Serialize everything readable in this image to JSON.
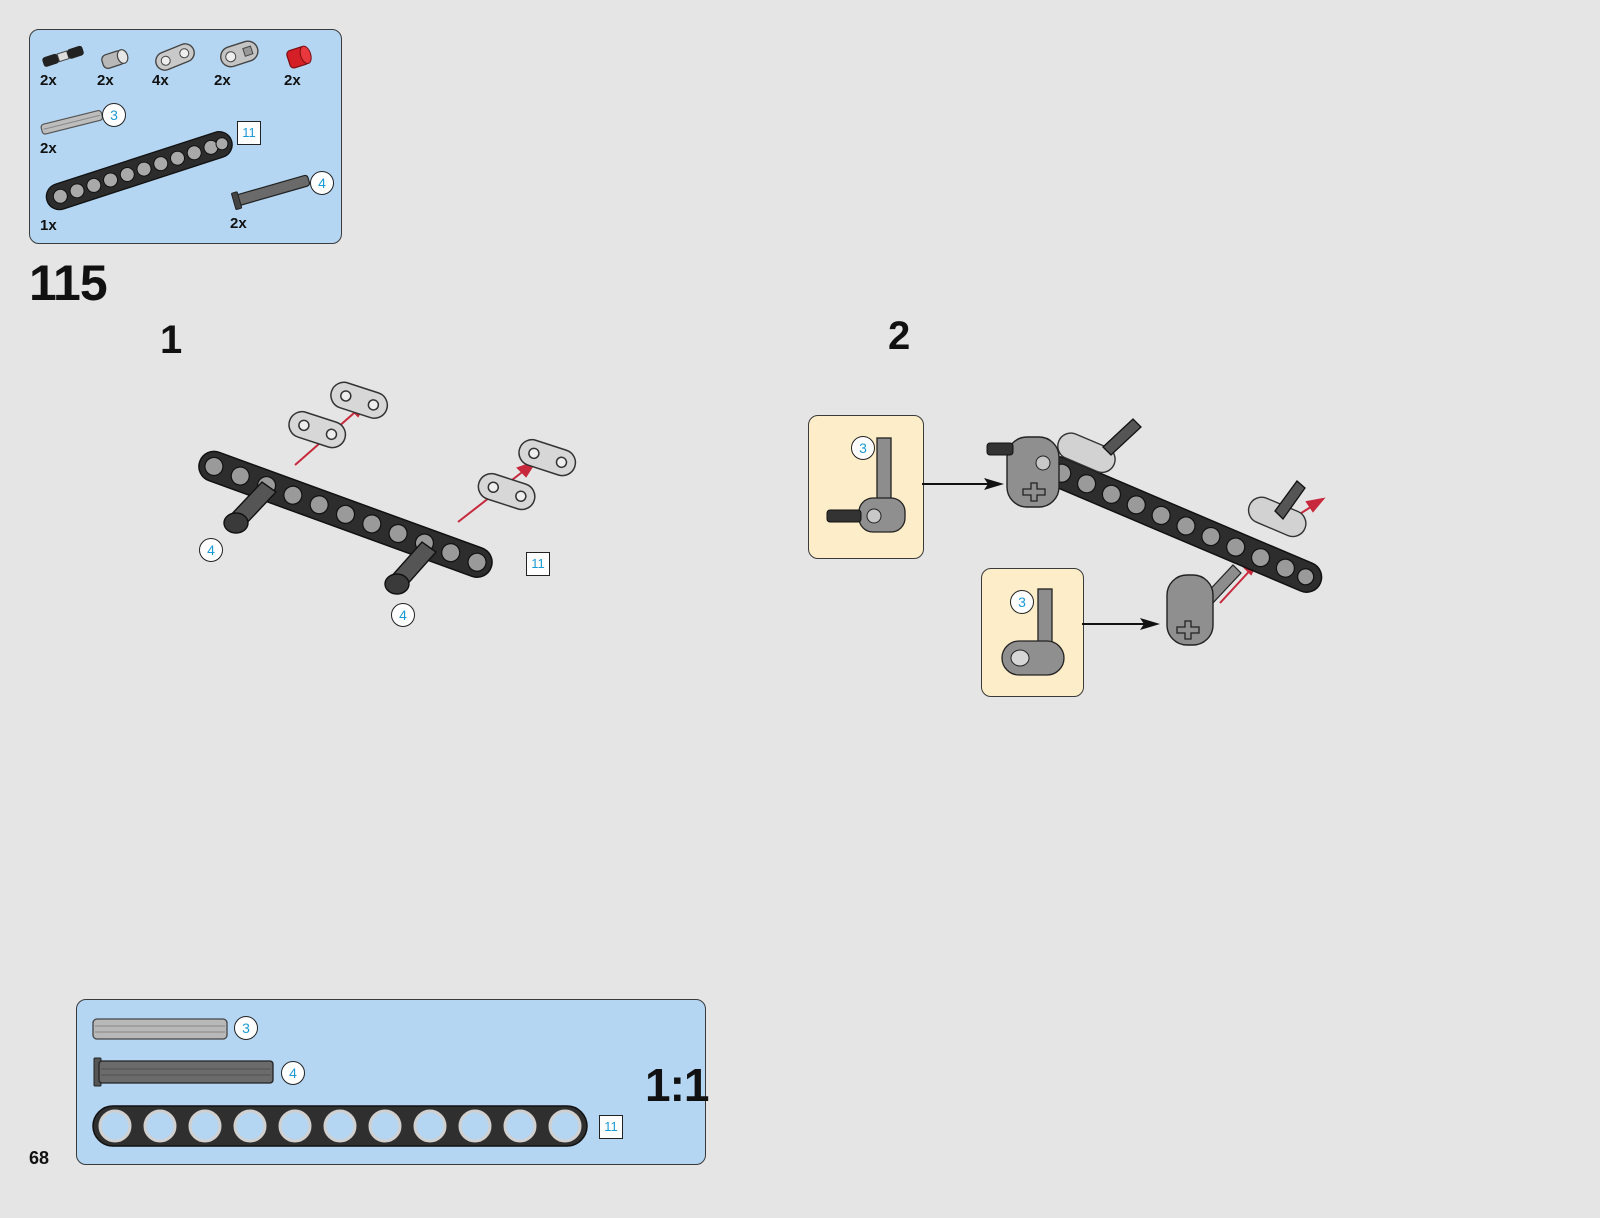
{
  "parts_list": {
    "items": [
      {
        "qty": "2x",
        "part": "axle-pin-icon"
      },
      {
        "qty": "2x",
        "part": "bush-icon"
      },
      {
        "qty": "4x",
        "part": "beam-2-icon"
      },
      {
        "qty": "2x",
        "part": "axle-pin-connector-icon"
      },
      {
        "qty": "2x",
        "part": "red-bush-icon"
      },
      {
        "qty": "2x",
        "part": "axle-3-icon",
        "length": "3"
      },
      {
        "qty": "1x",
        "part": "beam-11-icon",
        "length": "11"
      },
      {
        "qty": "2x",
        "part": "axle-4-stop-icon",
        "length": "4"
      }
    ]
  },
  "step": {
    "number": "115"
  },
  "substeps": [
    {
      "number": "1",
      "callouts": [
        "4",
        "4",
        "11"
      ]
    },
    {
      "number": "2",
      "callouts": [
        "3",
        "3"
      ]
    }
  ],
  "scale_panel": {
    "ratio": "1:1",
    "lengths": [
      "3",
      "4",
      "11"
    ]
  },
  "page": {
    "number": "68"
  },
  "colors": {
    "panel_blue": "#b4d6f2",
    "panel_cream": "#fdedc8",
    "arrow_red": "#c8283c",
    "callout_blue": "#1a9ad6",
    "background": "#e4e5e4"
  }
}
